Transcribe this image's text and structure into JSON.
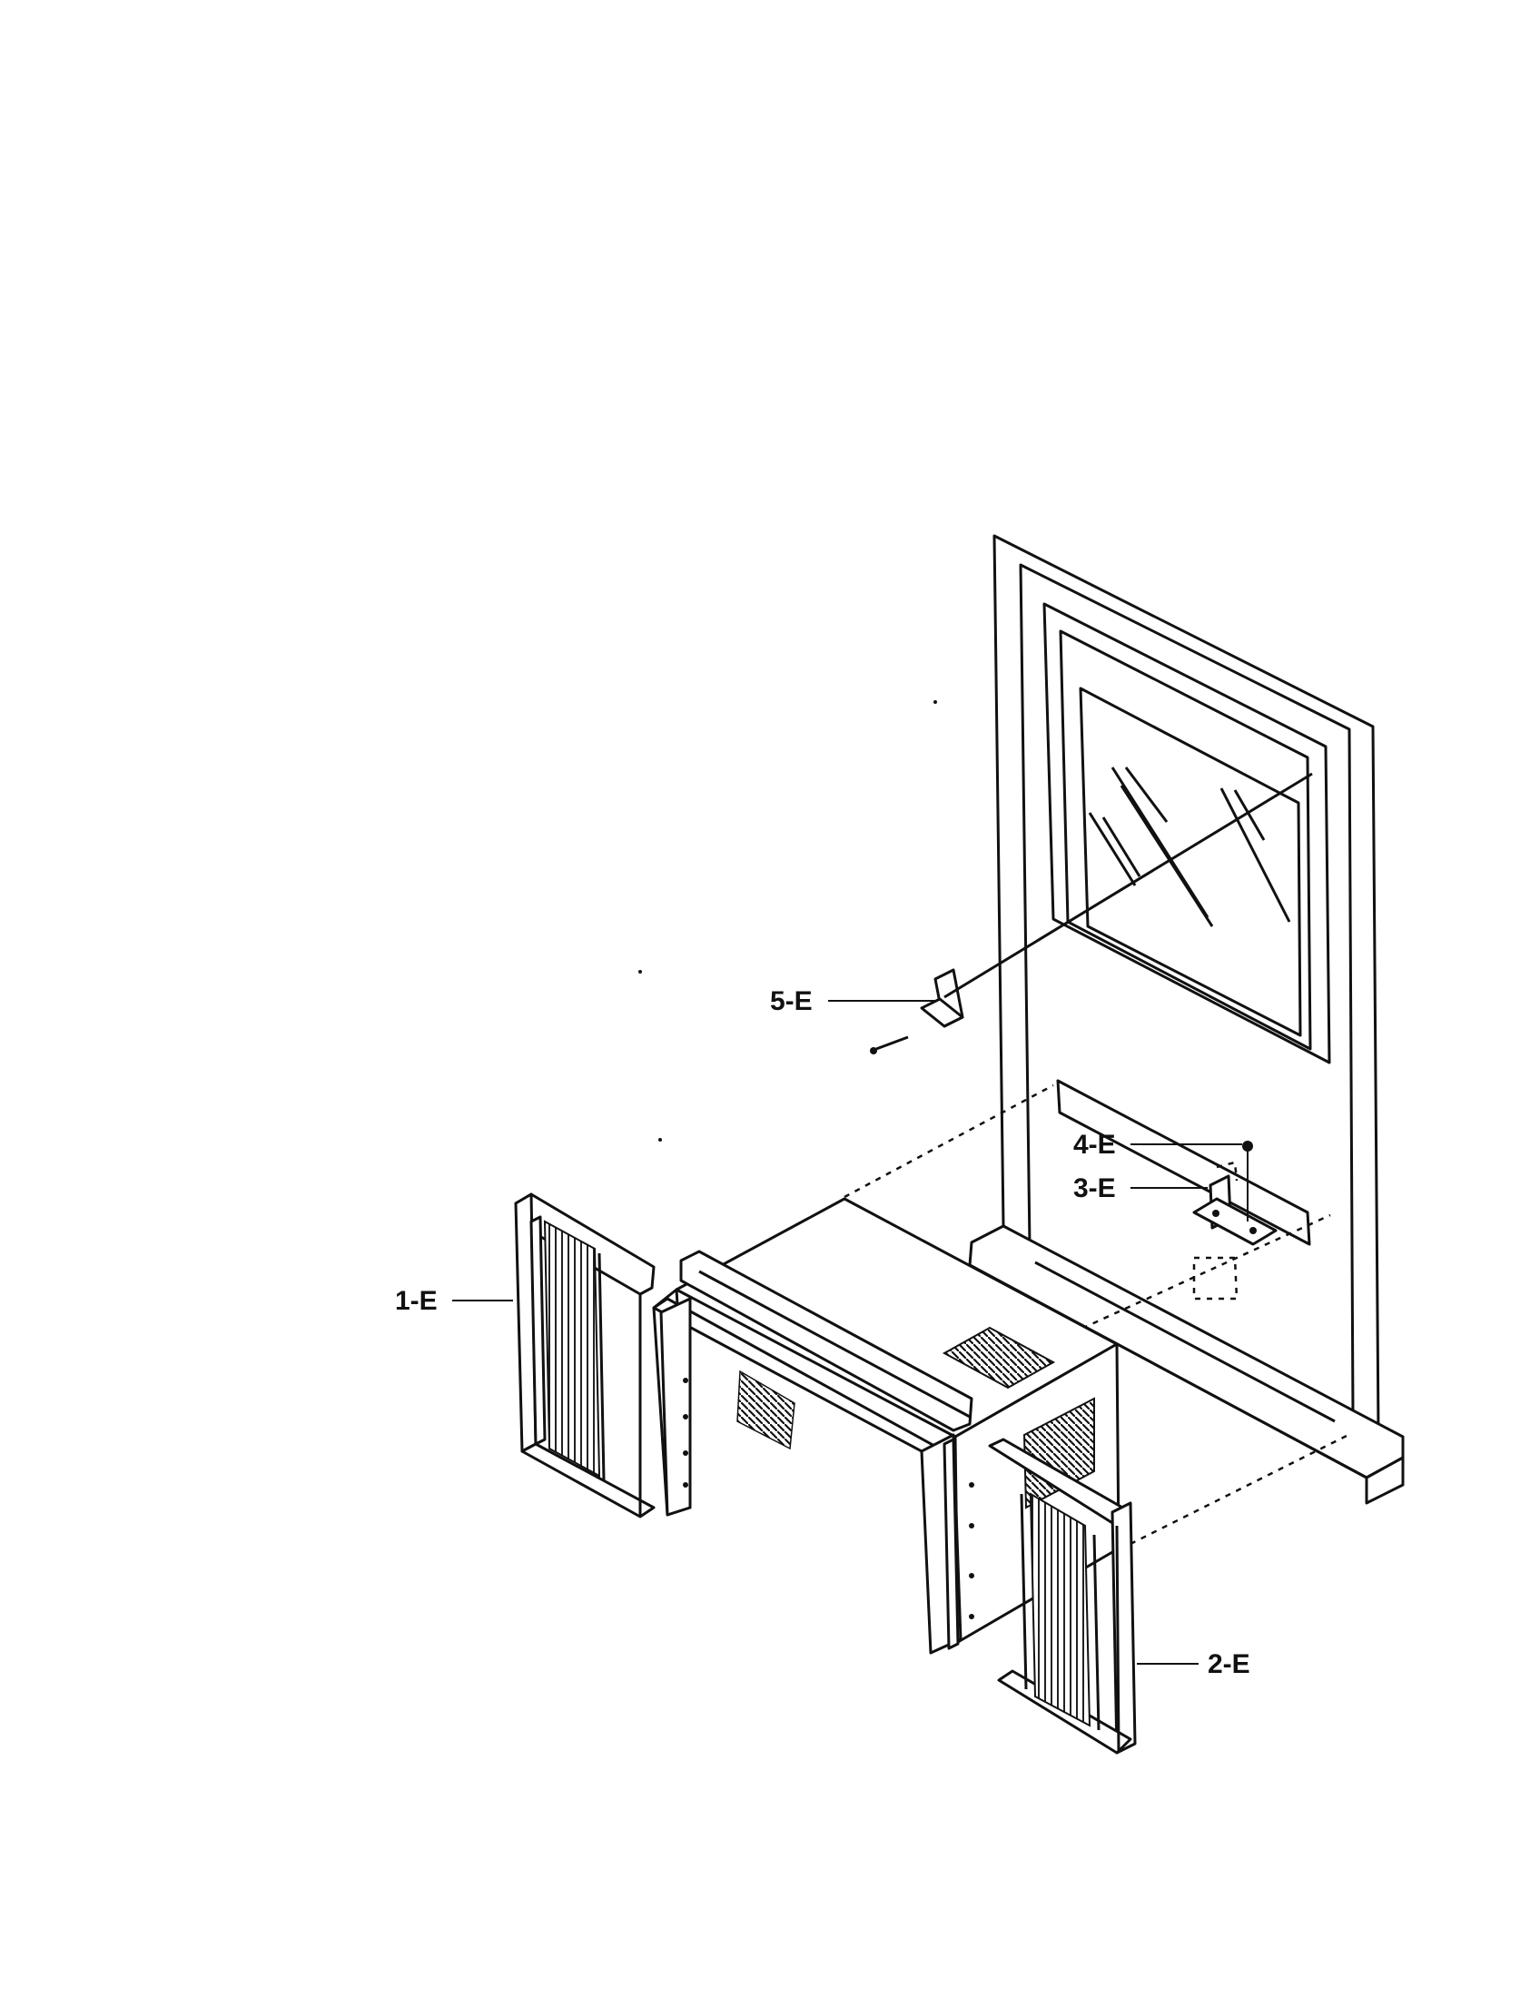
{
  "diagram": {
    "callouts": [
      {
        "id": "1-E",
        "label": "1-E"
      },
      {
        "id": "2-E",
        "label": "2-E"
      },
      {
        "id": "3-E",
        "label": "3-E"
      },
      {
        "id": "4-E",
        "label": "4-E"
      },
      {
        "id": "5-E",
        "label": "5-E"
      }
    ]
  }
}
